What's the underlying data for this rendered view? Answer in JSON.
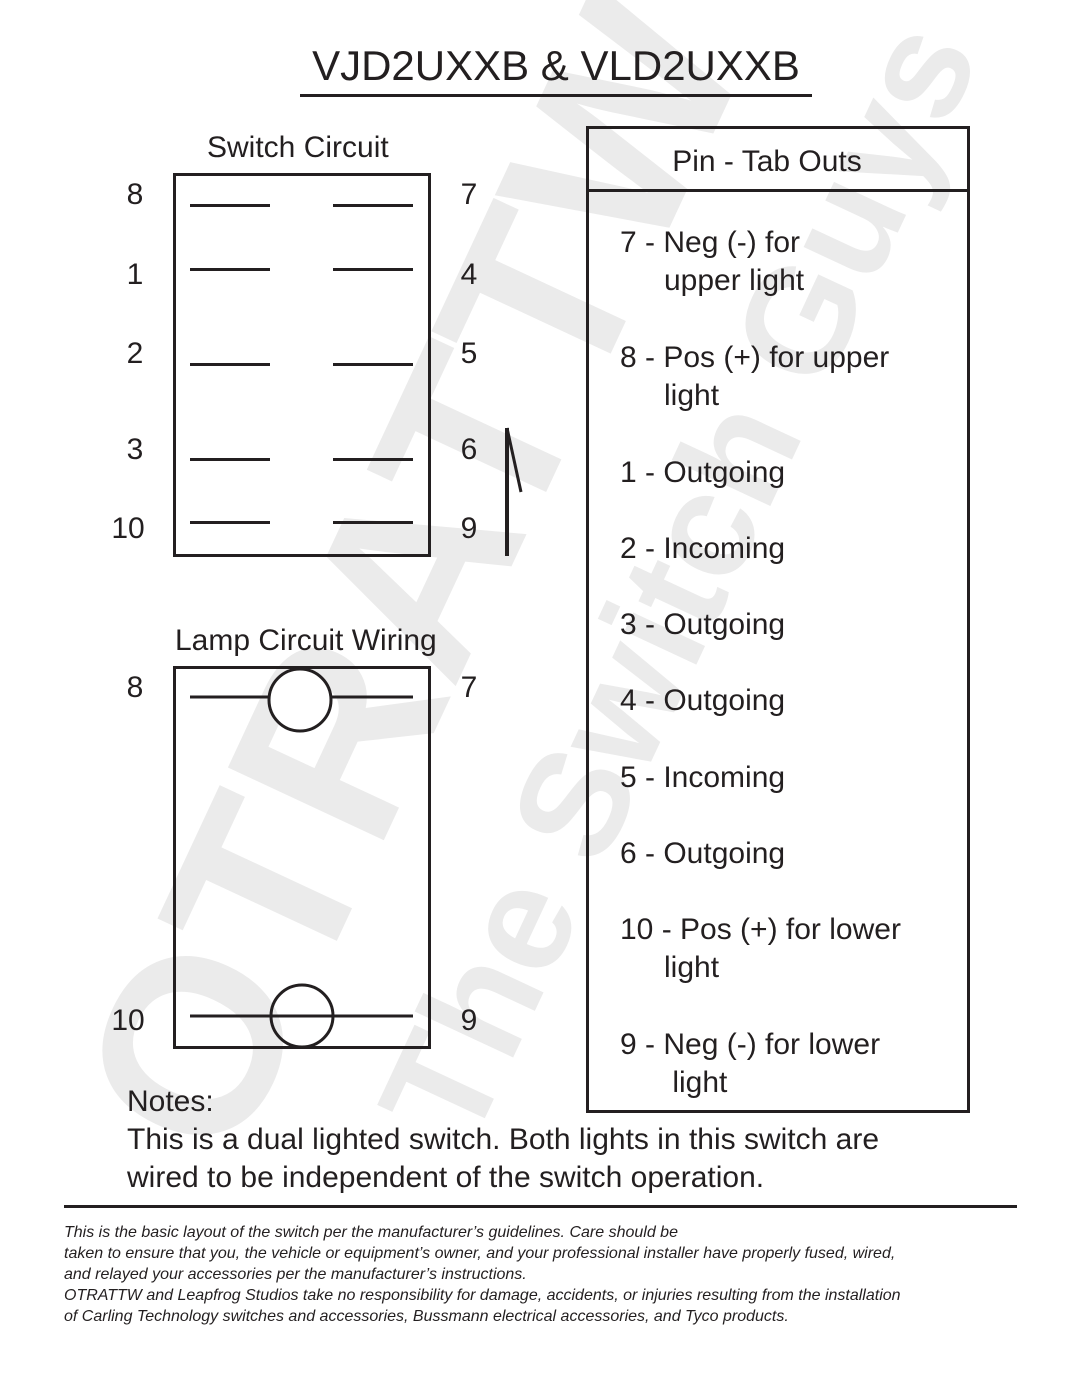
{
  "title": "VJD2UXXB & VLD2UXXB",
  "watermark": {
    "line1": "OTRATTW",
    "line2": "The Switch Guys"
  },
  "switch_circuit": {
    "title": "Switch Circuit",
    "left_pins": [
      "8",
      "1",
      "2",
      "3",
      "10"
    ],
    "right_pins": [
      "7",
      "4",
      "5",
      "6",
      "9"
    ]
  },
  "lamp_circuit": {
    "title": "Lamp Circuit Wiring",
    "left_pins": [
      "8",
      "10"
    ],
    "right_pins": [
      "7",
      "9"
    ]
  },
  "pin_tab_outs": {
    "title": "Pin - Tab Outs",
    "entries": [
      {
        "line1": "7 - Neg (-) for",
        "line2": "upper light"
      },
      {
        "line1": "8 - Pos (+) for upper",
        "line2": "light"
      },
      {
        "line1": "1 - Outgoing",
        "line2": ""
      },
      {
        "line1": "2 - Incoming",
        "line2": ""
      },
      {
        "line1": "3 - Outgoing",
        "line2": ""
      },
      {
        "line1": "4 - Outgoing",
        "line2": ""
      },
      {
        "line1": "5 - Incoming",
        "line2": ""
      },
      {
        "line1": "6 - Outgoing",
        "line2": ""
      },
      {
        "line1": "10 - Pos (+) for lower",
        "line2": "light"
      },
      {
        "line1": "9 - Neg (-) for lower",
        "line2": " light"
      }
    ]
  },
  "notes": {
    "heading": "Notes:",
    "line1": "This is a dual lighted switch.  Both lights in this switch are",
    "line2": "wired to be independent of the switch operation."
  },
  "disclaimer": {
    "line1": "This is the basic layout of the switch per the manufacturer’s guidelines.  Care should be",
    "line2": "taken to ensure that you, the vehicle or equipment’s owner, and your professional installer have properly fused, wired,",
    "line3": "and relayed your accessories per the manufacturer’s instructions.",
    "line4": "OTRATTW and Leapfrog Studios take no responsibility for damage, accidents, or injuries resulting from the installation",
    "line5": "of Carling Technology switches and accessories, Bussmann electrical accessories, and Tyco products."
  }
}
